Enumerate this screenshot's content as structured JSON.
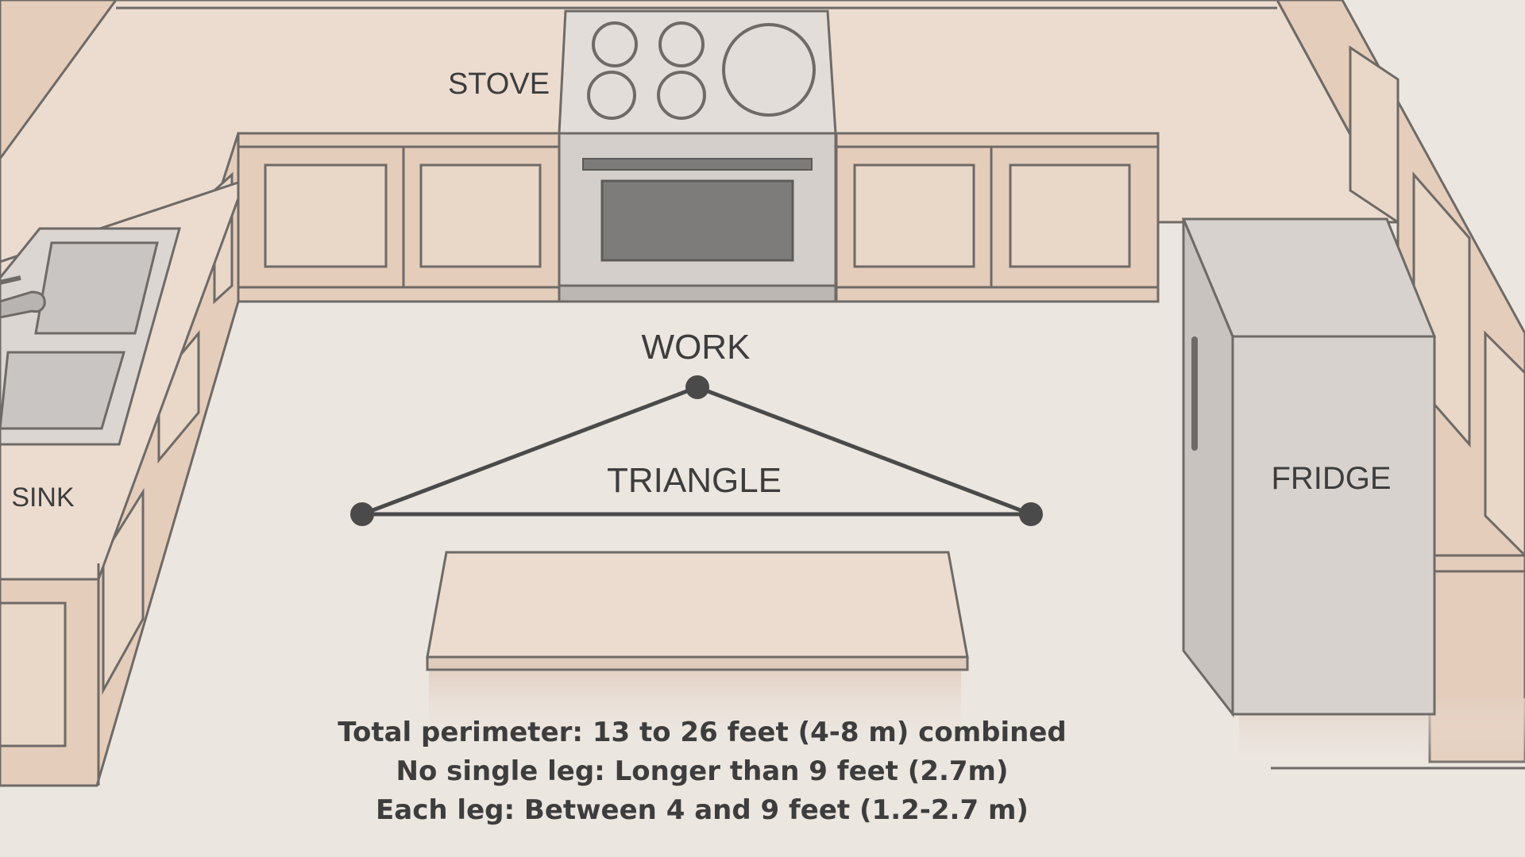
{
  "labels": {
    "stove": "STOVE",
    "sink": "SINK",
    "fridge": "FRIDGE",
    "work": "WORK",
    "triangle": "TRIANGLE"
  },
  "notes": [
    "Total perimeter: 13 to 26 feet (4-8 m) combined",
    "No single leg: Longer than 9 feet (2.7m)",
    "Each leg: Between 4 and 9 feet (1.2-2.7 m)"
  ],
  "colors": {
    "floor": "#ece6e0",
    "counter": "#ecdccf",
    "cabinet": "#e5cdbb",
    "panel": "#e9d7c8",
    "outline": "#6e6a67",
    "appliance": "#d8d2ce",
    "appliance_dark": "#7d7c7b",
    "triangle": "#4a4a4a"
  }
}
